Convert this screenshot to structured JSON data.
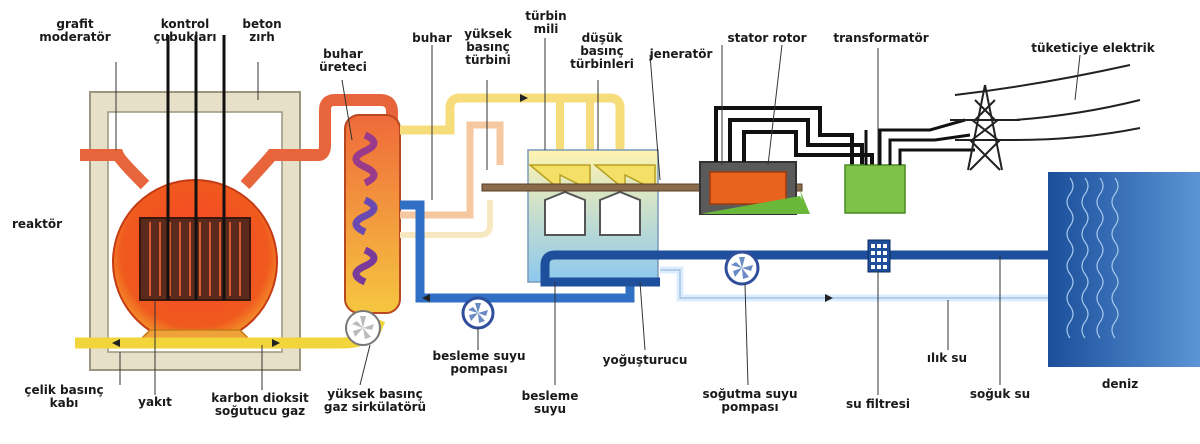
{
  "labels": {
    "graphite_moderator": [
      "grafit",
      "moderatör"
    ],
    "control_rods": [
      "kontrol",
      "çubukları"
    ],
    "concrete_shield": [
      "beton",
      "zırh"
    ],
    "steam_generator": [
      "buhar",
      "üreteci"
    ],
    "steam": "buhar",
    "hp_turbine": [
      "yüksek",
      "basınç",
      "türbini"
    ],
    "turbine_shaft": [
      "türbin",
      "mili"
    ],
    "lp_turbines": [
      "düşük",
      "basınç",
      "türbinleri"
    ],
    "generator": "jeneratör",
    "stator_rotor": "stator  rotor",
    "transformer": "transformatör",
    "to_consumer": "tüketiciye elektrik",
    "reactor": "reaktör",
    "steel_pressure_vessel": [
      "çelik basınç",
      "kabı"
    ],
    "fuel": "yakıt",
    "co2_coolant": [
      "karbon dioksit",
      "soğutucu gaz"
    ],
    "hp_gas_circulator": [
      "yüksek basınç",
      "gaz sirkülatörü"
    ],
    "feed_pump": [
      "besleme suyu",
      "pompası"
    ],
    "feed_water": [
      "besleme",
      "suyu"
    ],
    "condenser": "yoğuşturucu",
    "cooling_pump": [
      "soğutma suyu",
      "pompası"
    ],
    "water_filter": "su filtresi",
    "warm_water": "ılık su",
    "cold_water": "soğuk su",
    "sea": "deniz"
  },
  "colors": {
    "reactor_core": "#f04a1e",
    "concrete": "#e7e0c8",
    "hot_gas": "#e8643a",
    "cool_gas": "#f2d53b",
    "steam_pipe": "#f6dc7a",
    "feed_water": "#2f6fc4",
    "cooling_water": "#1d4f9c",
    "sea": "#2f6bb8",
    "transformer": "#7fc24a",
    "generator": "#e8641e"
  }
}
